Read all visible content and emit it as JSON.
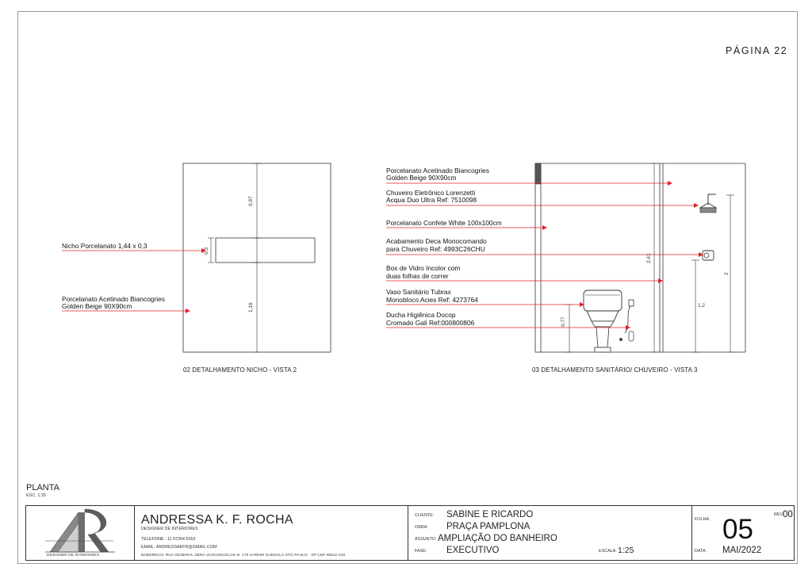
{
  "page": {
    "label": "PÁGINA 22"
  },
  "view2": {
    "caption": "02 DETALHAMENTO NICHO - VISTA  2",
    "labels": {
      "niche": "Nicho Porcelanato 1,44 x 0,3",
      "porcelain_l1": "Porcelanato Acetinado Biancogries",
      "porcelain_l2": "Golden Beige 90X90cm"
    },
    "dims": {
      "top": "0,97",
      "niche_h": "0,3",
      "bottom": "1,16"
    }
  },
  "view3": {
    "caption": "03 DETALHAMENTO SANITÁRIO/ CHUVEIRO  - VISTA 3",
    "labels": [
      {
        "l1": "Porcelanato Acetinado Biancogries",
        "l2": "Golden Beige 90X90cm"
      },
      {
        "l1": "Chuveiro Eletrônico Lorenzetti",
        "l2": "Acqua Duo Ultra Ref: 7510098"
      },
      {
        "l1": "Porcelanato Confete White 100x100cm",
        "l2": ""
      },
      {
        "l1": "Acabamento Deca Monocomando",
        "l2": "para Chuveiro Ref: 4993C26CHU"
      },
      {
        "l1": "Box de Vidro Incolor com",
        "l2": "duas folhas de correr"
      },
      {
        "l1": "Vaso Sanitário Tubrax",
        "l2": "Monobloco Acies Ref: 4273764"
      },
      {
        "l1": "Ducha Higiênica Docop",
        "l2": "Cromado Gali Ref:000800806"
      }
    ],
    "dims": {
      "box": "2,41",
      "toilet": "0,77",
      "valve": "1,2",
      "shower": "2"
    }
  },
  "plan": {
    "title": "PLANTA",
    "scale": "ESC. 1:25"
  },
  "title_block": {
    "logo_caption": "DESIGNER DE INTERIORES",
    "designer_name": "ANDRESSA K. F. ROCHA",
    "designer_role": "DESIGNER DE INTERIORES",
    "phone": "TELEFONE : 11 97264 5353",
    "email": "EMAIL: ANDRESSAKFR@GMAIL.COM",
    "address": "ENDERECO: RUA GENERAL SENA VASCONCELOS   N. 170   JARDIM GUEDALA   SÃO PAULO - SP  CEP 05611-010",
    "client_label": "CLIENTE:",
    "client_value": "SABINE E RICARDO",
    "work_label": "OBRA:",
    "work_value": "PRAÇA PAMPLONA",
    "subject_label": "ASSUNTO:",
    "subject_value": "AMPLIAÇÃO DO BANHEIRO",
    "phase_label": "FASE:",
    "phase_value": "EXECUTIVO",
    "scale_label": "ESCALA:",
    "scale_value": "1:25",
    "sheet_label": "FOLHA:",
    "sheet_value": "05",
    "rev_label": "REV.",
    "rev_value": "00",
    "date_label": "DATA:",
    "date_value": "MAI/2022"
  },
  "colors": {
    "leader": "#e0202a",
    "line": "#333333"
  }
}
